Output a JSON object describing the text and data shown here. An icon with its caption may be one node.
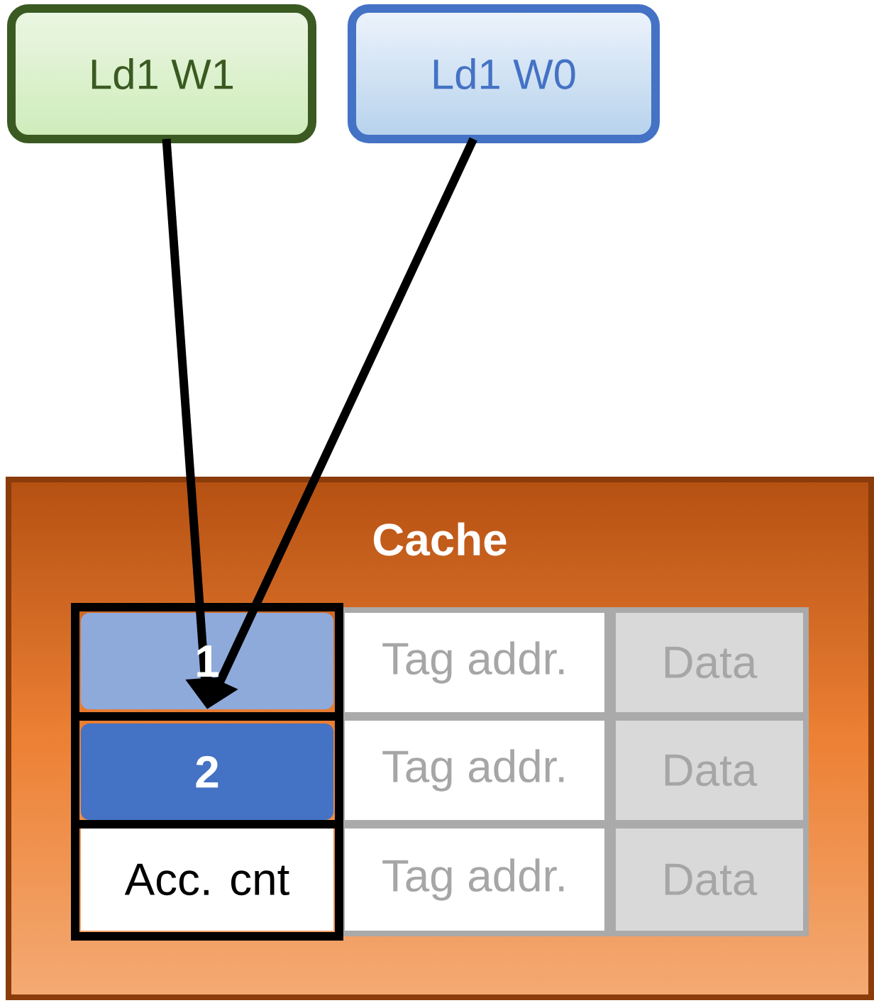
{
  "diagram": {
    "nodes": [
      {
        "text": [
          "Ld1 W1"
        ]
      },
      {
        "text": [
          "Ld1 W0"
        ]
      },
      {
        "text": [
          "Cache"
        ]
      },
      {
        "text": [
          "1"
        ],
        "in": 2
      },
      {
        "text": [
          "Tag addr."
        ],
        "in": 2
      },
      {
        "text": [
          "Data"
        ],
        "in": 2
      },
      {
        "text": [
          "2"
        ],
        "in": 2
      },
      {
        "text": [
          "Tag addr."
        ],
        "in": 2
      },
      {
        "text": [
          "Data"
        ],
        "in": 2
      },
      {
        "text": [
          "Acc. cnt"
        ],
        "in": 2
      },
      {
        "text": [
          "Tag addr."
        ],
        "in": 2
      },
      {
        "text": [
          "Data"
        ],
        "in": 2
      }
    ],
    "edges": [
      {
        "from": 0,
        "to": 3,
        "arrow": "to"
      },
      {
        "from": 1,
        "to": 3,
        "arrow": "to"
      }
    ]
  }
}
